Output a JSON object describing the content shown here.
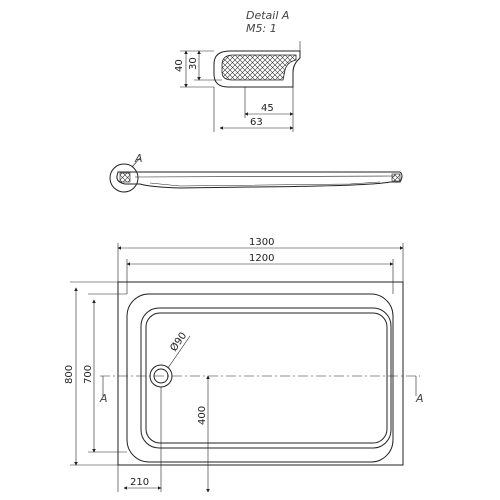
{
  "detail": {
    "title": "Detail  A",
    "scale": "M5: 1",
    "dim_height_outer": "40",
    "dim_height_inner": "30",
    "dim_width_inner": "45",
    "dim_width_outer": "63"
  },
  "profile": {
    "section_marker": "A"
  },
  "plan": {
    "width_outer": "1300",
    "width_inner": "1200",
    "height_outer": "800",
    "height_inner": "700",
    "drain_diameter": "Ø90",
    "drain_offset_y": "400",
    "drain_offset_x": "210",
    "section_left": "A",
    "section_right": "A"
  }
}
